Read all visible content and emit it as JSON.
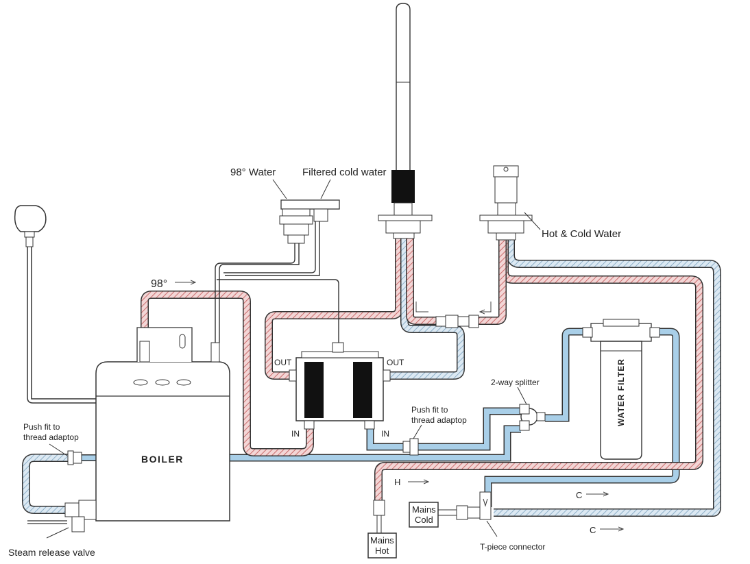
{
  "labels": {
    "hot_water_98": "98° Water",
    "filtered_cold_water": "Filtered cold water",
    "hot_cold_water": "Hot & Cold Water",
    "temp_98": "98°",
    "out_left": "OUT",
    "out_right": "OUT",
    "in_left": "IN",
    "in_right": "IN",
    "boiler": "BOILER",
    "push_fit_left_line1": "Push fit to",
    "push_fit_left_line2": "thread adaptop",
    "push_fit_mid_line1": "Push fit to",
    "push_fit_mid_line2": "thread adaptop",
    "two_way_splitter": "2-way splitter",
    "water_filter": "WATER FILTER",
    "h_flow": "H",
    "c_flow_upper": "C",
    "c_flow_lower": "C",
    "mains_cold_line1": "Mains",
    "mains_cold_line2": "Cold",
    "mains_hot_line1": "Mains",
    "mains_hot_line2": "Hot",
    "t_piece_connector": "T-piece connector",
    "steam_release_valve": "Steam release valve"
  },
  "colors": {
    "hot_pipe": "#d98a8a",
    "cold_pipe": "#8db7d6",
    "filtered_cold_pipe": "#a9cfe8",
    "outline": "#333333"
  }
}
